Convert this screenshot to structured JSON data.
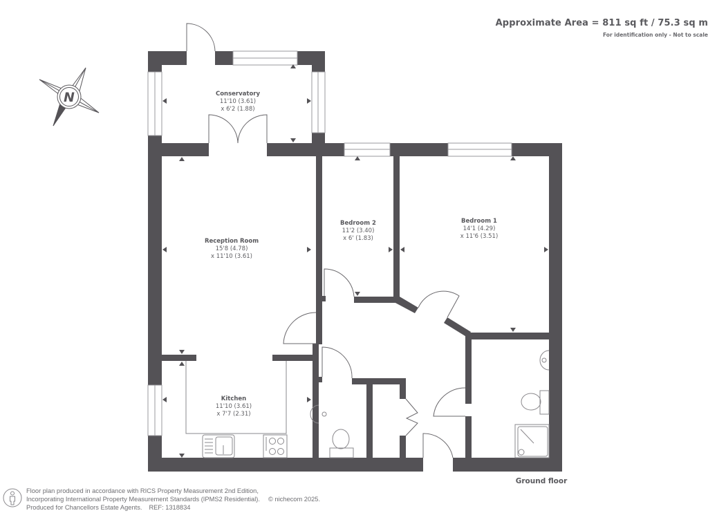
{
  "header": {
    "area_title": "Approximate Area = 811 sq ft / 75.3 sq m",
    "area_subtitle": "For identification only - Not to scale"
  },
  "compass": {
    "icon": "north-compass-icon",
    "letter": "N"
  },
  "floor_label": "Ground floor",
  "rooms": [
    {
      "name": "Conservatory",
      "dim1": "11'10 (3.61)",
      "dim2": "x 6'2 (1.88)"
    },
    {
      "name": "Reception Room",
      "dim1": "15'8 (4.78)",
      "dim2": "x 11'10 (3.61)"
    },
    {
      "name": "Bedroom 2",
      "dim1": "11'2 (3.40)",
      "dim2": "x 6' (1.83)"
    },
    {
      "name": "Bedroom 1",
      "dim1": "14'1 (4.29)",
      "dim2": "x 11'6 (3.51)"
    },
    {
      "name": "Kitchen",
      "dim1": "11'10 (3.61)",
      "dim2": "x 7'7 (2.31)"
    }
  ],
  "footer": {
    "line1": "Floor plan produced in accordance with RICS Property Measurement 2nd Edition,",
    "line2": "Incorporating International Property Measurement Standards (IPMS2 Residential).",
    "copyright": "© nichecom 2025.",
    "line3": "Produced for Chancellors Estate Agents.",
    "ref": "REF:  1318834"
  },
  "colors": {
    "wall": "#545256",
    "line": "#6a686c",
    "text": "#5a5a5e",
    "background": "#ffffff"
  }
}
